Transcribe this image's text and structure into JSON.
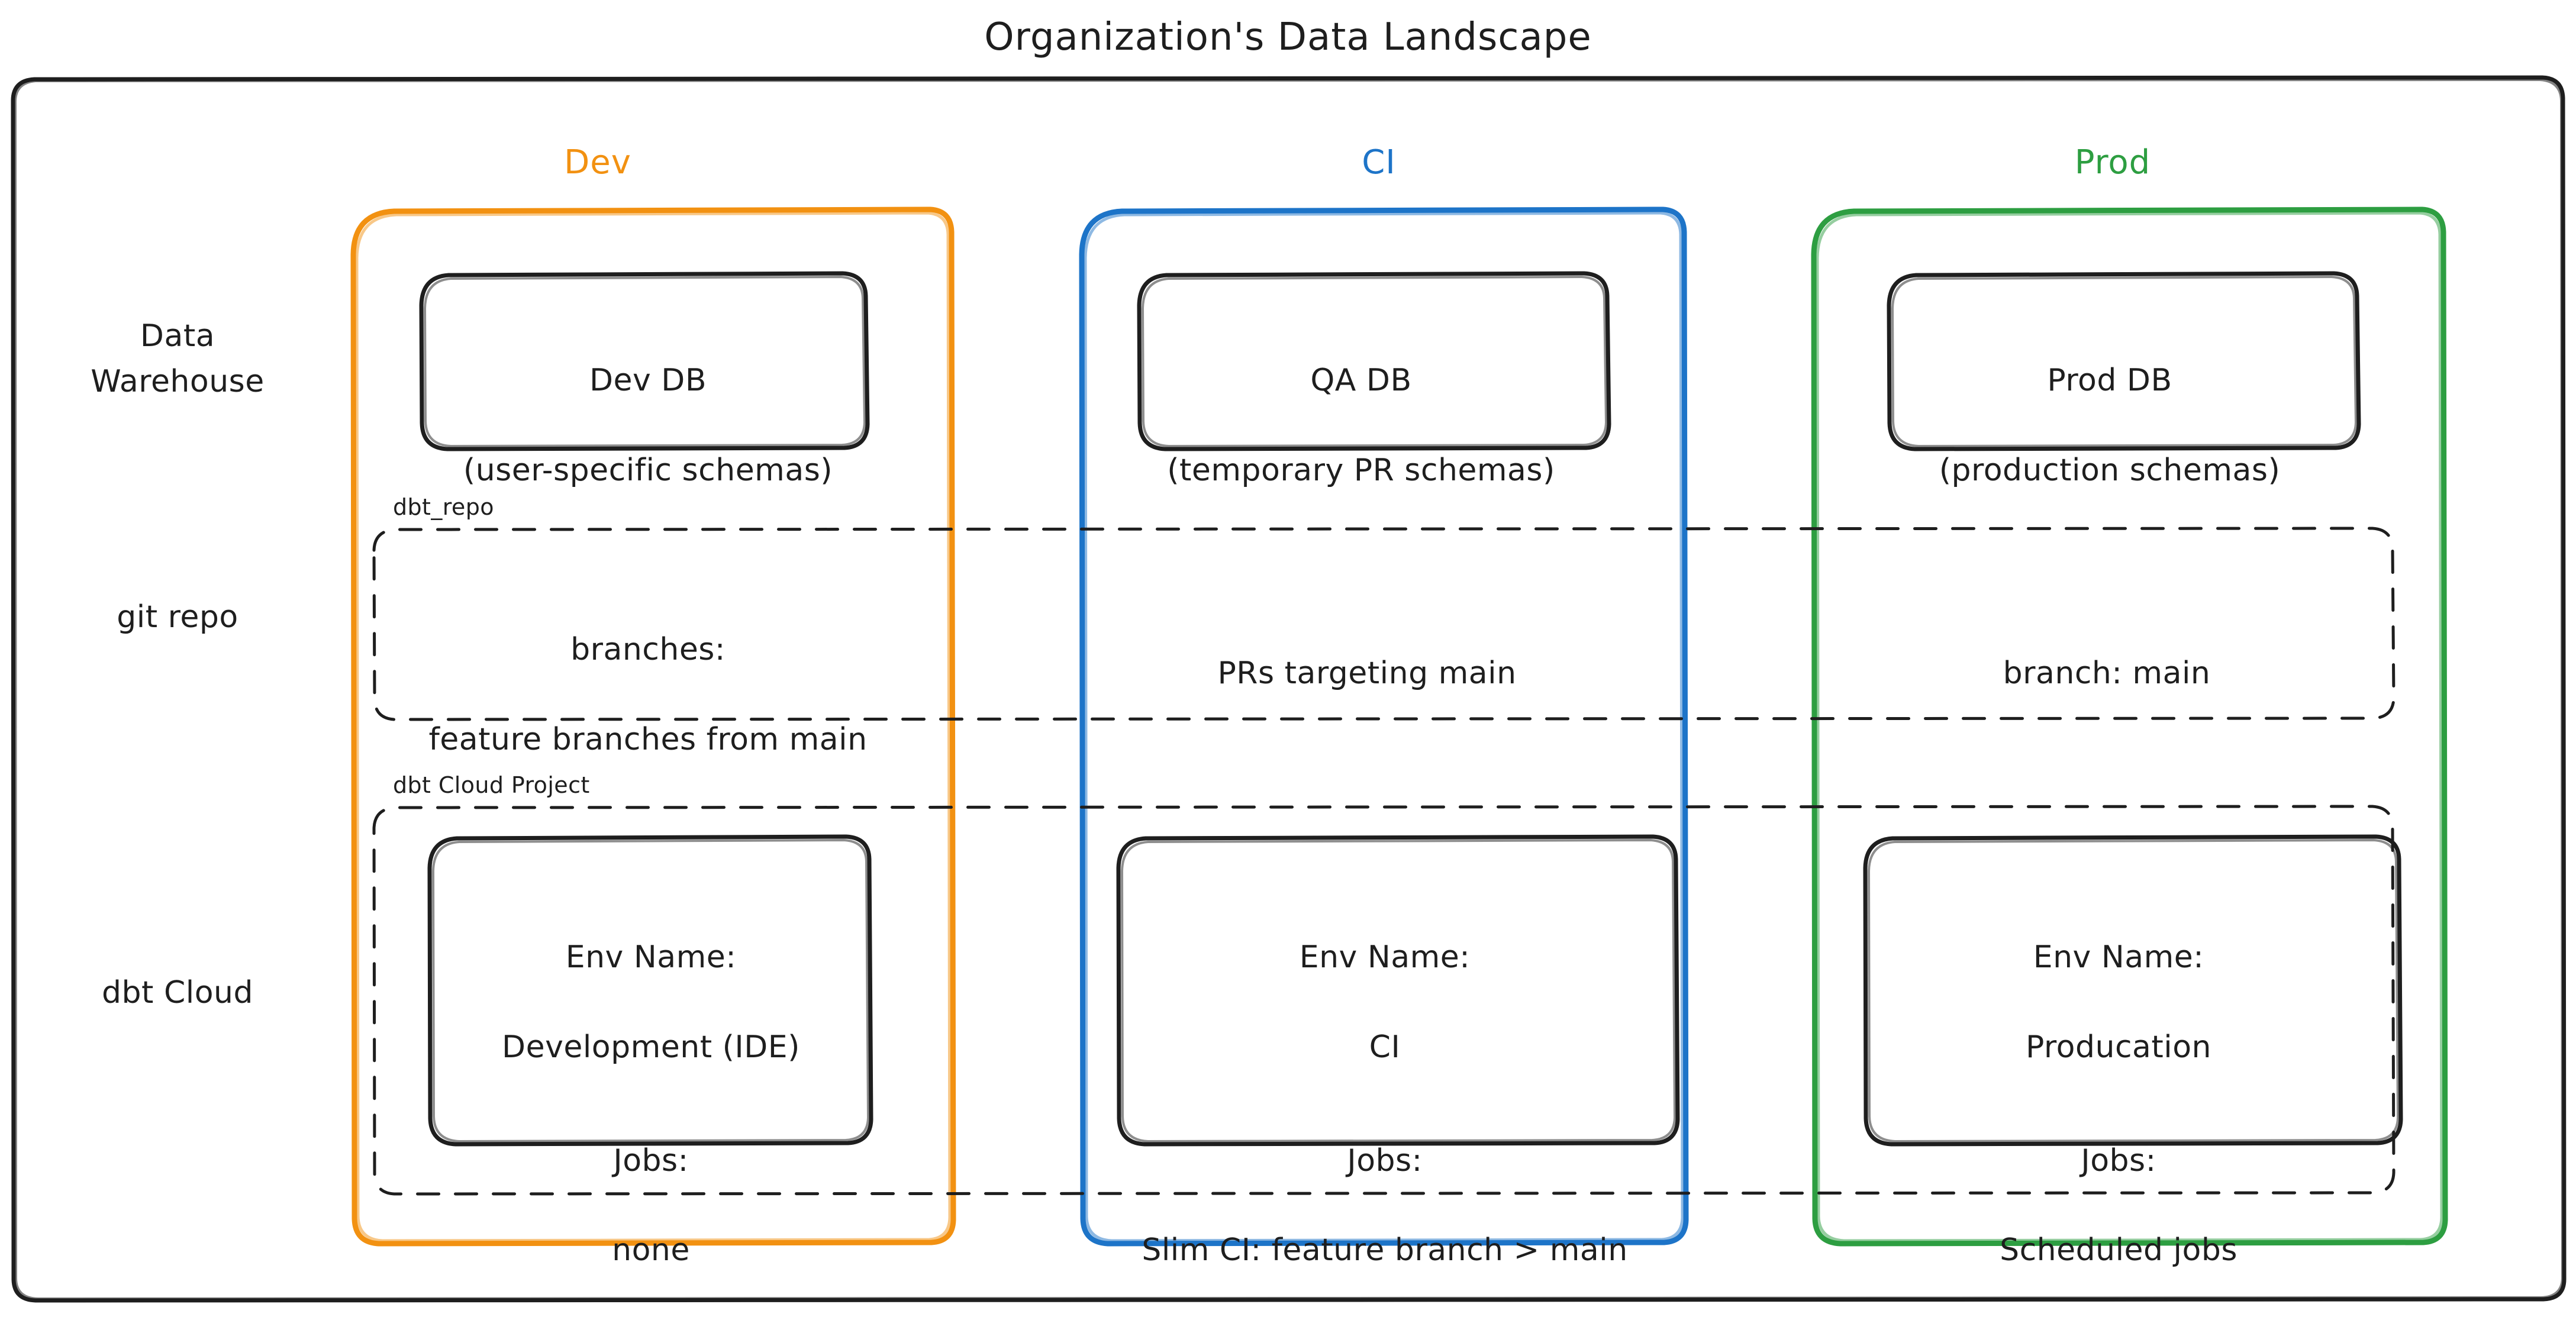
{
  "title": "Organization's Data Landscape",
  "columns": [
    {
      "key": "dev",
      "label": "Dev",
      "color": "#F29111"
    },
    {
      "key": "ci",
      "label": "CI",
      "color": "#1D74C8"
    },
    {
      "key": "prod",
      "label": "Prod",
      "color": "#2D9E41"
    }
  ],
  "rows": [
    {
      "key": "warehouse",
      "label": "Data\nWarehouse"
    },
    {
      "key": "git",
      "label": "git repo"
    },
    {
      "key": "dbt",
      "label": "dbt Cloud"
    }
  ],
  "groups": [
    {
      "key": "dbt_repo",
      "label": "dbt_repo",
      "style": "dashed"
    },
    {
      "key": "dbt_cloud_project",
      "label": "dbt Cloud Project",
      "style": "dashed"
    }
  ],
  "warehouse": {
    "dev": {
      "title": "Dev DB",
      "detail": "(user-specific schemas)"
    },
    "ci": {
      "title": "QA DB",
      "detail": "(temporary PR schemas)"
    },
    "prod": {
      "title": "Prod DB",
      "detail": "(production schemas)"
    }
  },
  "git": {
    "dev": {
      "line1": "branches:",
      "line2": "feature branches from main"
    },
    "ci": {
      "line1": "PRs targeting main",
      "line2": ""
    },
    "prod": {
      "line1": "branch: main",
      "line2": ""
    }
  },
  "dbt_cloud": {
    "dev": {
      "env_label": "Env Name:",
      "env_value": "Development (IDE)",
      "jobs_label": "Jobs:",
      "jobs_value": "none"
    },
    "ci": {
      "env_label": "Env Name:",
      "env_value": "CI",
      "jobs_label": "Jobs:",
      "jobs_value": "Slim CI: feature branch > main"
    },
    "prod": {
      "env_label": "Env Name:",
      "env_value": "Producation",
      "jobs_label": "Jobs:",
      "jobs_value": "Scheduled jobs"
    }
  },
  "colors": {
    "stroke": "#1e1e1e",
    "dev": "#F29111",
    "ci": "#1D74C8",
    "prod": "#2D9E41",
    "background": "#ffffff"
  }
}
